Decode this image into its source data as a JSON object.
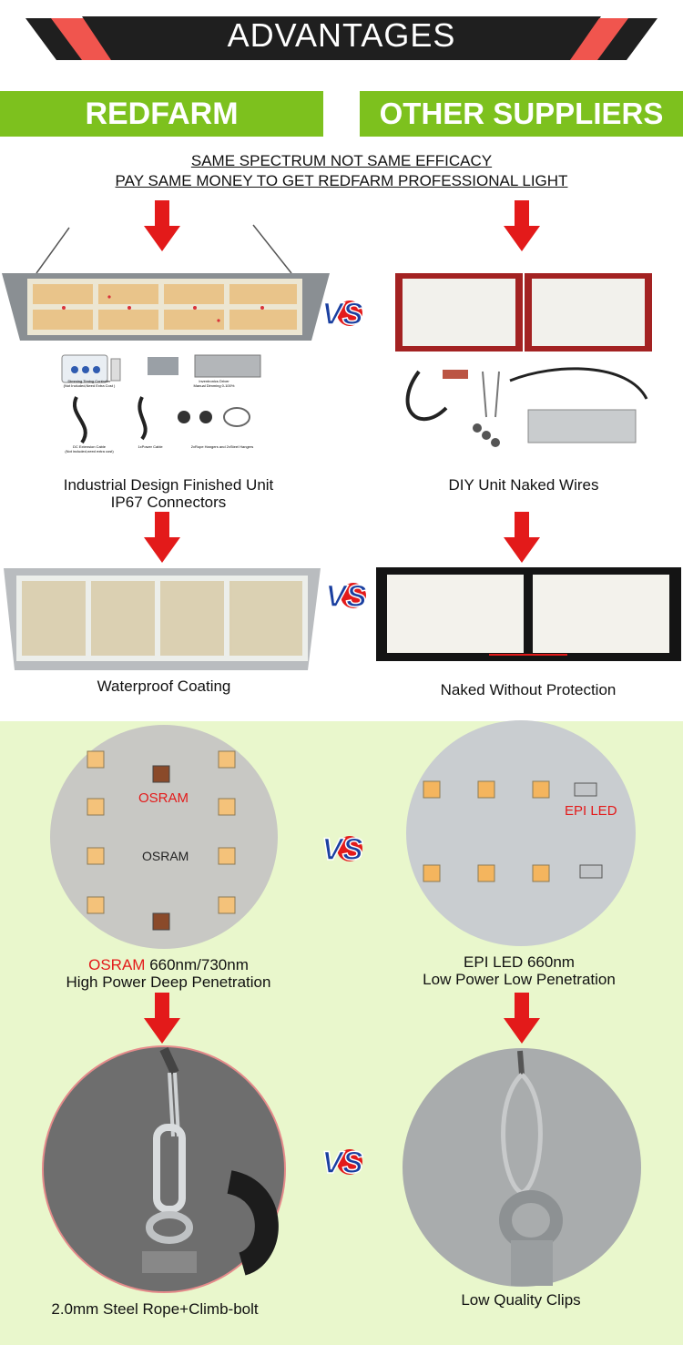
{
  "header": {
    "title": "ADVANTAGES"
  },
  "tabs": {
    "left": "REDFARM",
    "right": "OTHER SUPPLIERS"
  },
  "subtitles": {
    "line1": "SAME SPECTRUM NOT SAME EFFICACY",
    "line2": "PAY SAME MONEY TO GET REDFARM PROFESSIONAL LIGHT"
  },
  "section1": {
    "left_caption_1": "Industrial Design Finished Unit",
    "left_caption_2": "IP67 Connectors",
    "right_caption": "DIY Unit Naked Wires",
    "accessories": {
      "controller": "Dimming Timing Controller",
      "controller_note": "(Not Included,Need Extra Cost )",
      "driver": "Inventronics Driver",
      "driver_note": "Manual Dimming 0-100%",
      "dc_cable": "DC Extension Cable",
      "dc_cable_note": "(Not included,need extra cost)",
      "power_cable": "1xPower Cable",
      "hangers": "2xRope Hangers and 2xSteel Hangers"
    }
  },
  "section2": {
    "left_caption": "Waterproof Coating",
    "right_caption": "Naked Without Protection"
  },
  "section3": {
    "left_label_red": "OSRAM",
    "left_label_dark": "OSRAM",
    "left_caption_brand": "OSRAM",
    "left_caption_rest": " 660nm/730nm",
    "left_caption_2": "High Power Deep Penetration",
    "right_label": "EPI LED",
    "right_caption_1": "EPI LED 660nm",
    "right_caption_2": "Low Power Low Penetration"
  },
  "section4": {
    "left_caption": "2.0mm Steel Rope+Climb-bolt",
    "right_caption": "Low Quality Clips"
  },
  "colors": {
    "accent_green": "#7dc11e",
    "arrow_red": "#e31a1a",
    "banner_dark": "#1f1f1f",
    "zone_green": "#e9f7cc"
  }
}
